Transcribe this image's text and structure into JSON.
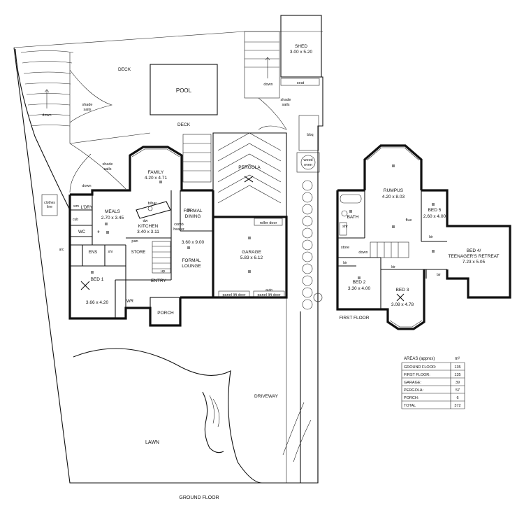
{
  "ground_floor": {
    "caption": "GROUND FLOOR",
    "shed": {
      "name": "SHED",
      "size": "3.00 x 5.20"
    },
    "deck_top": "DECK",
    "deck_mid": "DECK",
    "pool": "POOL",
    "down_left": "down",
    "down_mid": "down",
    "down_shed": "down",
    "seat": "seat",
    "shade_sails_left": [
      "shade",
      "sails"
    ],
    "shade_sails_mid": [
      "shade",
      "sails"
    ],
    "shade_sails_right": [
      "shade",
      "sails"
    ],
    "clothes_line": [
      "clothes",
      "line"
    ],
    "bbq": "bbq",
    "wood_oven": [
      "wood",
      "oven"
    ],
    "family": {
      "name": "FAMILY",
      "size": "4.20 x 4.71"
    },
    "pergola": "PERGOLA",
    "meals": {
      "name": "MEALS",
      "size": "2.70 x 3.45"
    },
    "kitchen": {
      "name": "KITCHEN",
      "size": "3.40 x 3.11"
    },
    "formal_dining": {
      "name": [
        "FORMAL",
        "DINING"
      ],
      "size": "3.60 x 9.00"
    },
    "formal_lounge": [
      "FORMAL",
      "LOUNGE"
    ],
    "garage": {
      "name": "GARAGE",
      "size": "5.83 x 6.12"
    },
    "roller_door": "roller door",
    "panel_lift_door_1": "panel lift door",
    "panel_lift_door_2": "panel lift door",
    "auto": "auto",
    "ldry": "L'DRY",
    "wc": "WC",
    "cub": "cub",
    "wm": "wm",
    "fr": "fr",
    "ens": "ENS",
    "shr": "shr",
    "ac": "a/c",
    "pan": "pan",
    "dw": "dw",
    "bbar": "b/bar",
    "comb_heater": [
      "comb",
      "heater"
    ],
    "store": "STORE",
    "up": "up",
    "entry": "ENTRY",
    "bed1": {
      "name": "BED 1",
      "size": "3.66 x 4.20"
    },
    "wr": "WR",
    "porch": "PORCH",
    "lawn": "LAWN",
    "driveway": "DRIVEWAY"
  },
  "first_floor": {
    "caption": "FIRST FLOOR",
    "rumpus": {
      "name": "RUMPUS",
      "size": "4.20 x 8.03"
    },
    "bath": "BATH",
    "shr": "shr",
    "store": "store",
    "down": "down",
    "flue": "flue",
    "bed5": {
      "name": "BED 5",
      "size": "2.60 x 4.00"
    },
    "bir1": "bir",
    "bir2": "bir",
    "bir3": "bir",
    "bir4": "bir",
    "bed4": {
      "name": [
        "BED 4/",
        "TEENAGER'S RETREAT"
      ],
      "size": "7.23 x 5.05"
    },
    "bed2": {
      "name": "BED 2",
      "size": "3.30 x 4.00"
    },
    "bed3": {
      "name": "BED 3",
      "size": "3.08 x 4.78"
    }
  },
  "areas": {
    "title": "AREAS (approx)",
    "unit": "m²",
    "rows": [
      {
        "label": "GROUND FLOOR:",
        "value": "135"
      },
      {
        "label": "FIRST FLOOR:",
        "value": "135"
      },
      {
        "label": "GARAGE:",
        "value": "39"
      },
      {
        "label": "PERGOLA:",
        "value": "57"
      },
      {
        "label": "PORCH:",
        "value": "6"
      },
      {
        "label": "TOTAL",
        "value": "372"
      }
    ]
  }
}
